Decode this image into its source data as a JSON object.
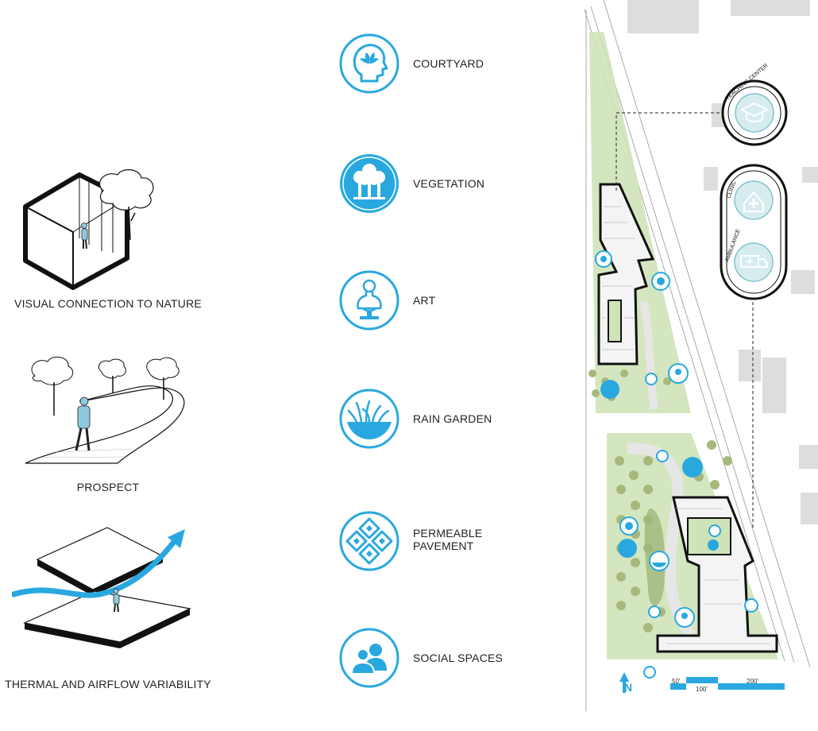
{
  "left_captions": {
    "visual": "VISUAL CONNECTION TO NATURE",
    "prospect": "PROSPECT",
    "thermal": "THERMAL AND AIRFLOW VARIABILITY"
  },
  "legend": [
    {
      "label": "COURTYARD",
      "label2": "",
      "icon": "head-leaf-icon"
    },
    {
      "label": "VEGETATION",
      "label2": "",
      "icon": "trees-icon"
    },
    {
      "label": "ART",
      "label2": "",
      "icon": "bust-sculpture-icon"
    },
    {
      "label": "RAIN GARDEN",
      "label2": "",
      "icon": "grass-water-icon"
    },
    {
      "label": "PERMEABLE",
      "label2": "PAVEMENT",
      "icon": "pavers-icon"
    },
    {
      "label": "SOCIAL SPACES",
      "label2": "",
      "icon": "people-icon"
    }
  ],
  "map": {
    "teaching_center": "TEACHING CENTER",
    "clinic": "CLINIC",
    "ambulance": "AMBULANCE",
    "north": "N",
    "scale": [
      "50'",
      "100'",
      "200'"
    ]
  },
  "colors": {
    "accent": "#29a8df",
    "green": "#cfe3b8",
    "dark": "#111111"
  }
}
